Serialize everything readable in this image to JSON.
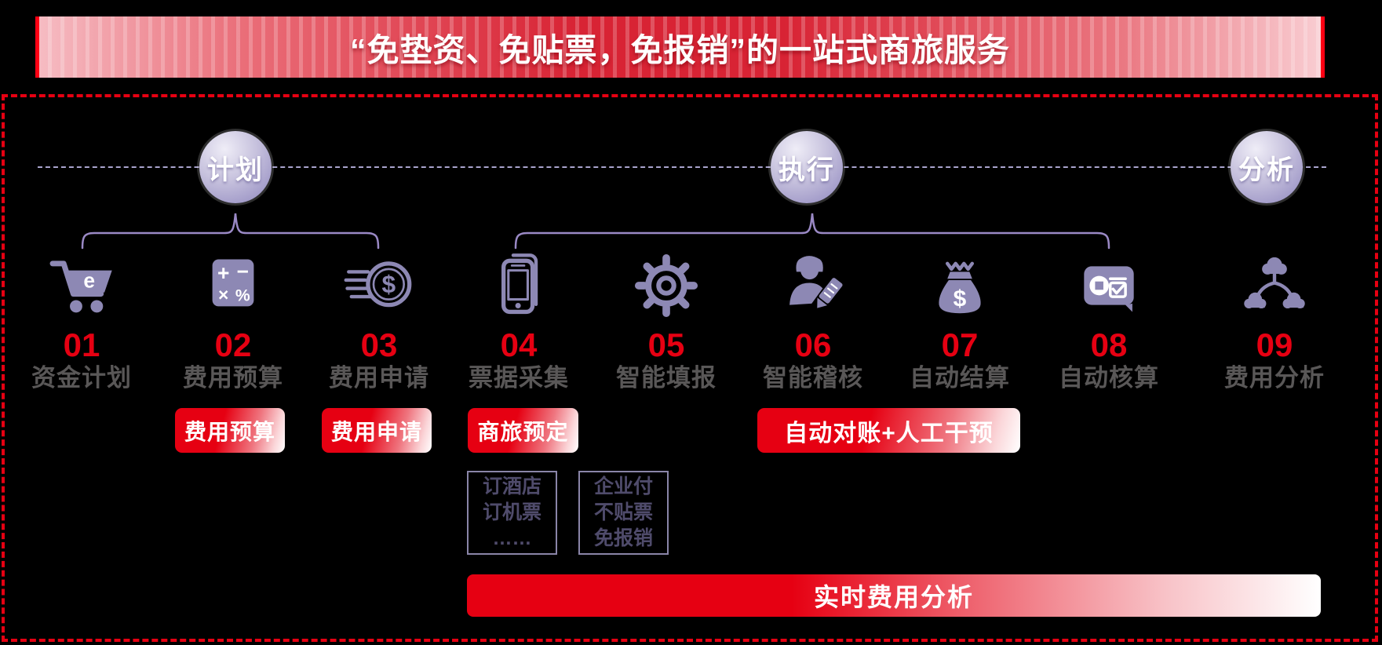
{
  "banner": {
    "title": "“免垫资、免贴票，免报销”的一站式商旅服务"
  },
  "phases": {
    "plan": "计划",
    "execute": "执行",
    "analyze": "分析"
  },
  "steps": [
    {
      "number": "01",
      "label": "资金计划",
      "icon": "cart-icon"
    },
    {
      "number": "02",
      "label": "费用预算",
      "icon": "calculator-icon"
    },
    {
      "number": "03",
      "label": "费用申请",
      "icon": "coin-speed-icon"
    },
    {
      "number": "04",
      "label": "票据采集",
      "icon": "phone-icon"
    },
    {
      "number": "05",
      "label": "智能填报",
      "icon": "gear-icon"
    },
    {
      "number": "06",
      "label": "智能稽核",
      "icon": "auditor-icon"
    },
    {
      "number": "07",
      "label": "自动结算",
      "icon": "moneybag-icon"
    },
    {
      "number": "08",
      "label": "自动核算",
      "icon": "card-check-icon"
    },
    {
      "number": "09",
      "label": "费用分析",
      "icon": "cloud-network-icon"
    }
  ],
  "badges": {
    "budget": "费用预算",
    "apply": "费用申请",
    "booking": "商旅预定",
    "reconcile": "自动对账+人工干预"
  },
  "boxes": [
    {
      "lines": [
        "订酒店",
        "订机票",
        "……"
      ]
    },
    {
      "lines": [
        "企业付",
        "不贴票",
        "免报销"
      ]
    }
  ],
  "bottom_bar": {
    "label": "实时费用分析"
  },
  "colors": {
    "accent_red": "#e60012",
    "icon_purple": "#8d88b4",
    "label_gray": "#595757",
    "bracket_purple": "#9a89c5",
    "bubble_purple": "#a29bc9"
  }
}
